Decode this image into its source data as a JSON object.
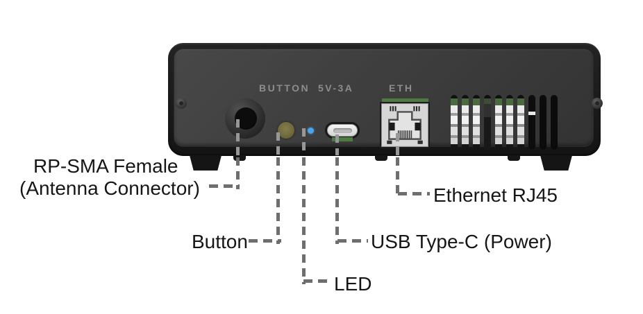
{
  "figure": {
    "type": "hardware-rear-panel-diagram",
    "panel_markings": {
      "button": "BUTTON",
      "power_rating": "5V-3A",
      "ethernet": "ETH"
    },
    "callouts": {
      "antenna_line1": "RP-SMA Female",
      "antenna_line2": "(Antenna Connector)",
      "button": "Button",
      "led": "LED",
      "usb": "USB Type-C (Power)",
      "ethernet": "Ethernet RJ45"
    },
    "colors": {
      "led_blue": "#4da3e8",
      "button_olive": "#7c7445",
      "pcb_green": "#4c7a40",
      "leader_gray": "#6e6e6e",
      "panel_marking_gray": "#8d8d8d"
    }
  }
}
